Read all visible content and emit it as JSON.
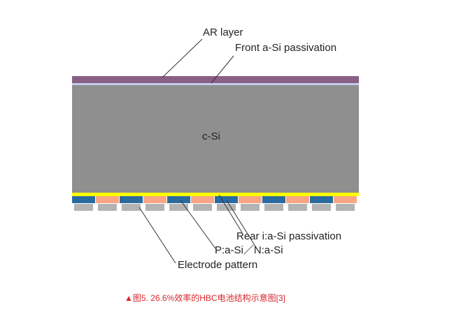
{
  "diagram": {
    "labels": {
      "ar_layer": "AR layer",
      "front_passivation": "Front a-Si passivation",
      "c_si": "c-Si",
      "rear_passivation": "Rear i:a-Si passivation",
      "p_a_si": "P:a-Si",
      "separator": "／",
      "n_a_si": "N:a-Si",
      "electrode_pattern": "Electrode pattern"
    },
    "caption": "▲图5. 26.6%效率的HBC电池结构示意图[3]",
    "layers": [
      {
        "name": "ar-layer",
        "color": "#8a5f86"
      },
      {
        "name": "front-a-si-passivation",
        "color": "#c3cde8"
      },
      {
        "name": "c-si-wafer",
        "color": "#8f8f8f"
      },
      {
        "name": "rear-i-a-si-passivation",
        "color": "#ffff00"
      },
      {
        "name": "p-a-si-region",
        "color": "#2a6b9f"
      },
      {
        "name": "n-a-si-region",
        "color": "#f7a585"
      },
      {
        "name": "electrode",
        "color": "#b3b3b3"
      }
    ]
  }
}
